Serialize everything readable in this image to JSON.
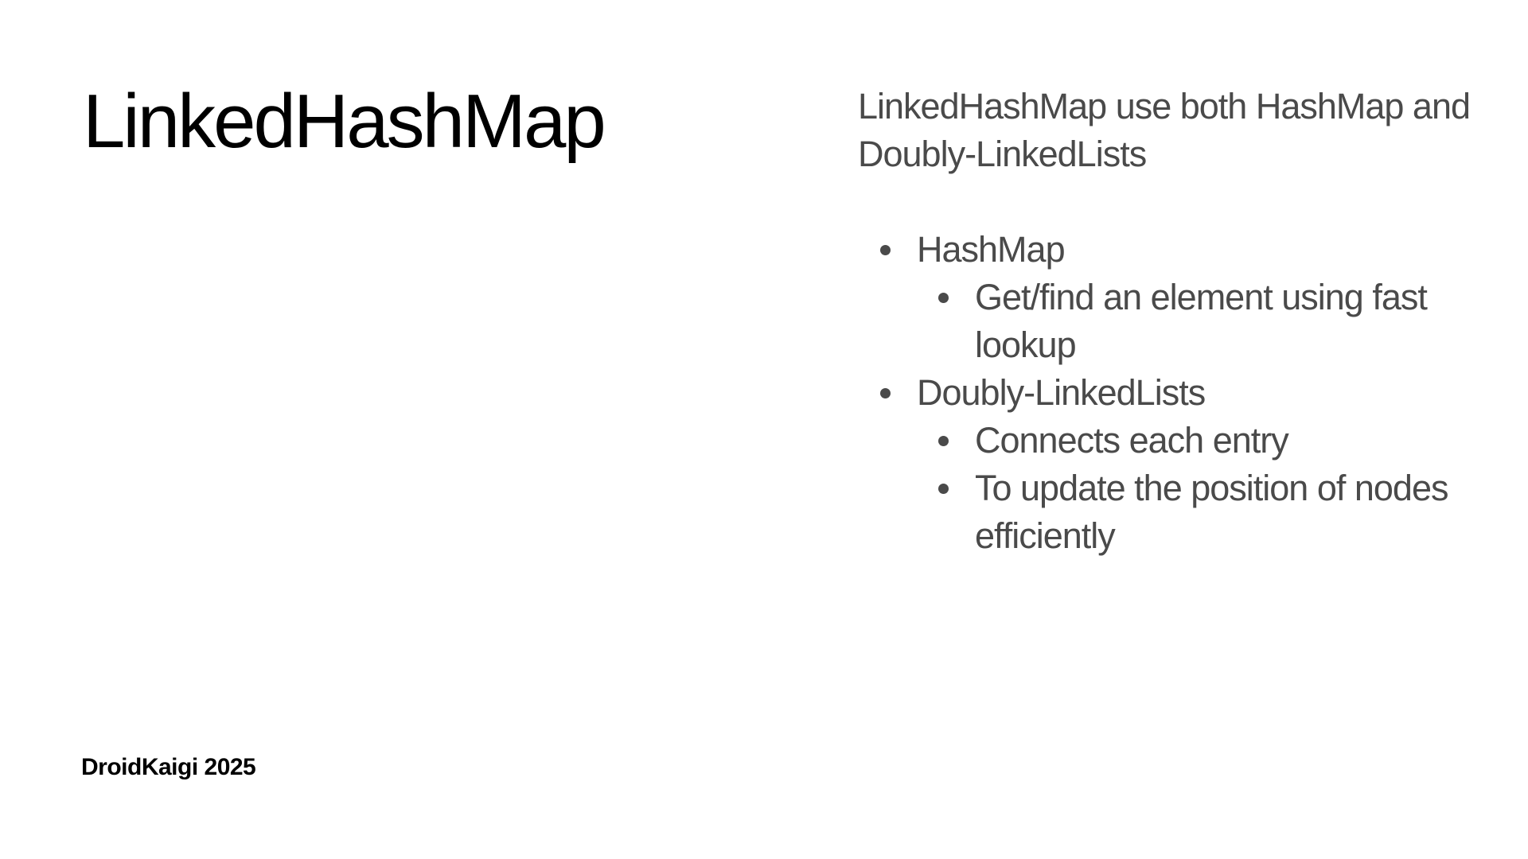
{
  "slide": {
    "title": "LinkedHashMap",
    "intro": "LinkedHashMap use both HashMap and Doubly-LinkedLists",
    "bullets": [
      {
        "label": "HashMap",
        "sub": [
          "Get/find an element using fast lookup"
        ]
      },
      {
        "label": "Doubly-LinkedLists",
        "sub": [
          "Connects each entry",
          "To update the position of nodes efficiently"
        ]
      }
    ],
    "footer": "DroidKaigi 2025"
  },
  "colors": {
    "title": "#000000",
    "body_text": "#4a4a4a",
    "background": "#ffffff"
  },
  "icons": {
    "bullet": "filled-circle"
  }
}
